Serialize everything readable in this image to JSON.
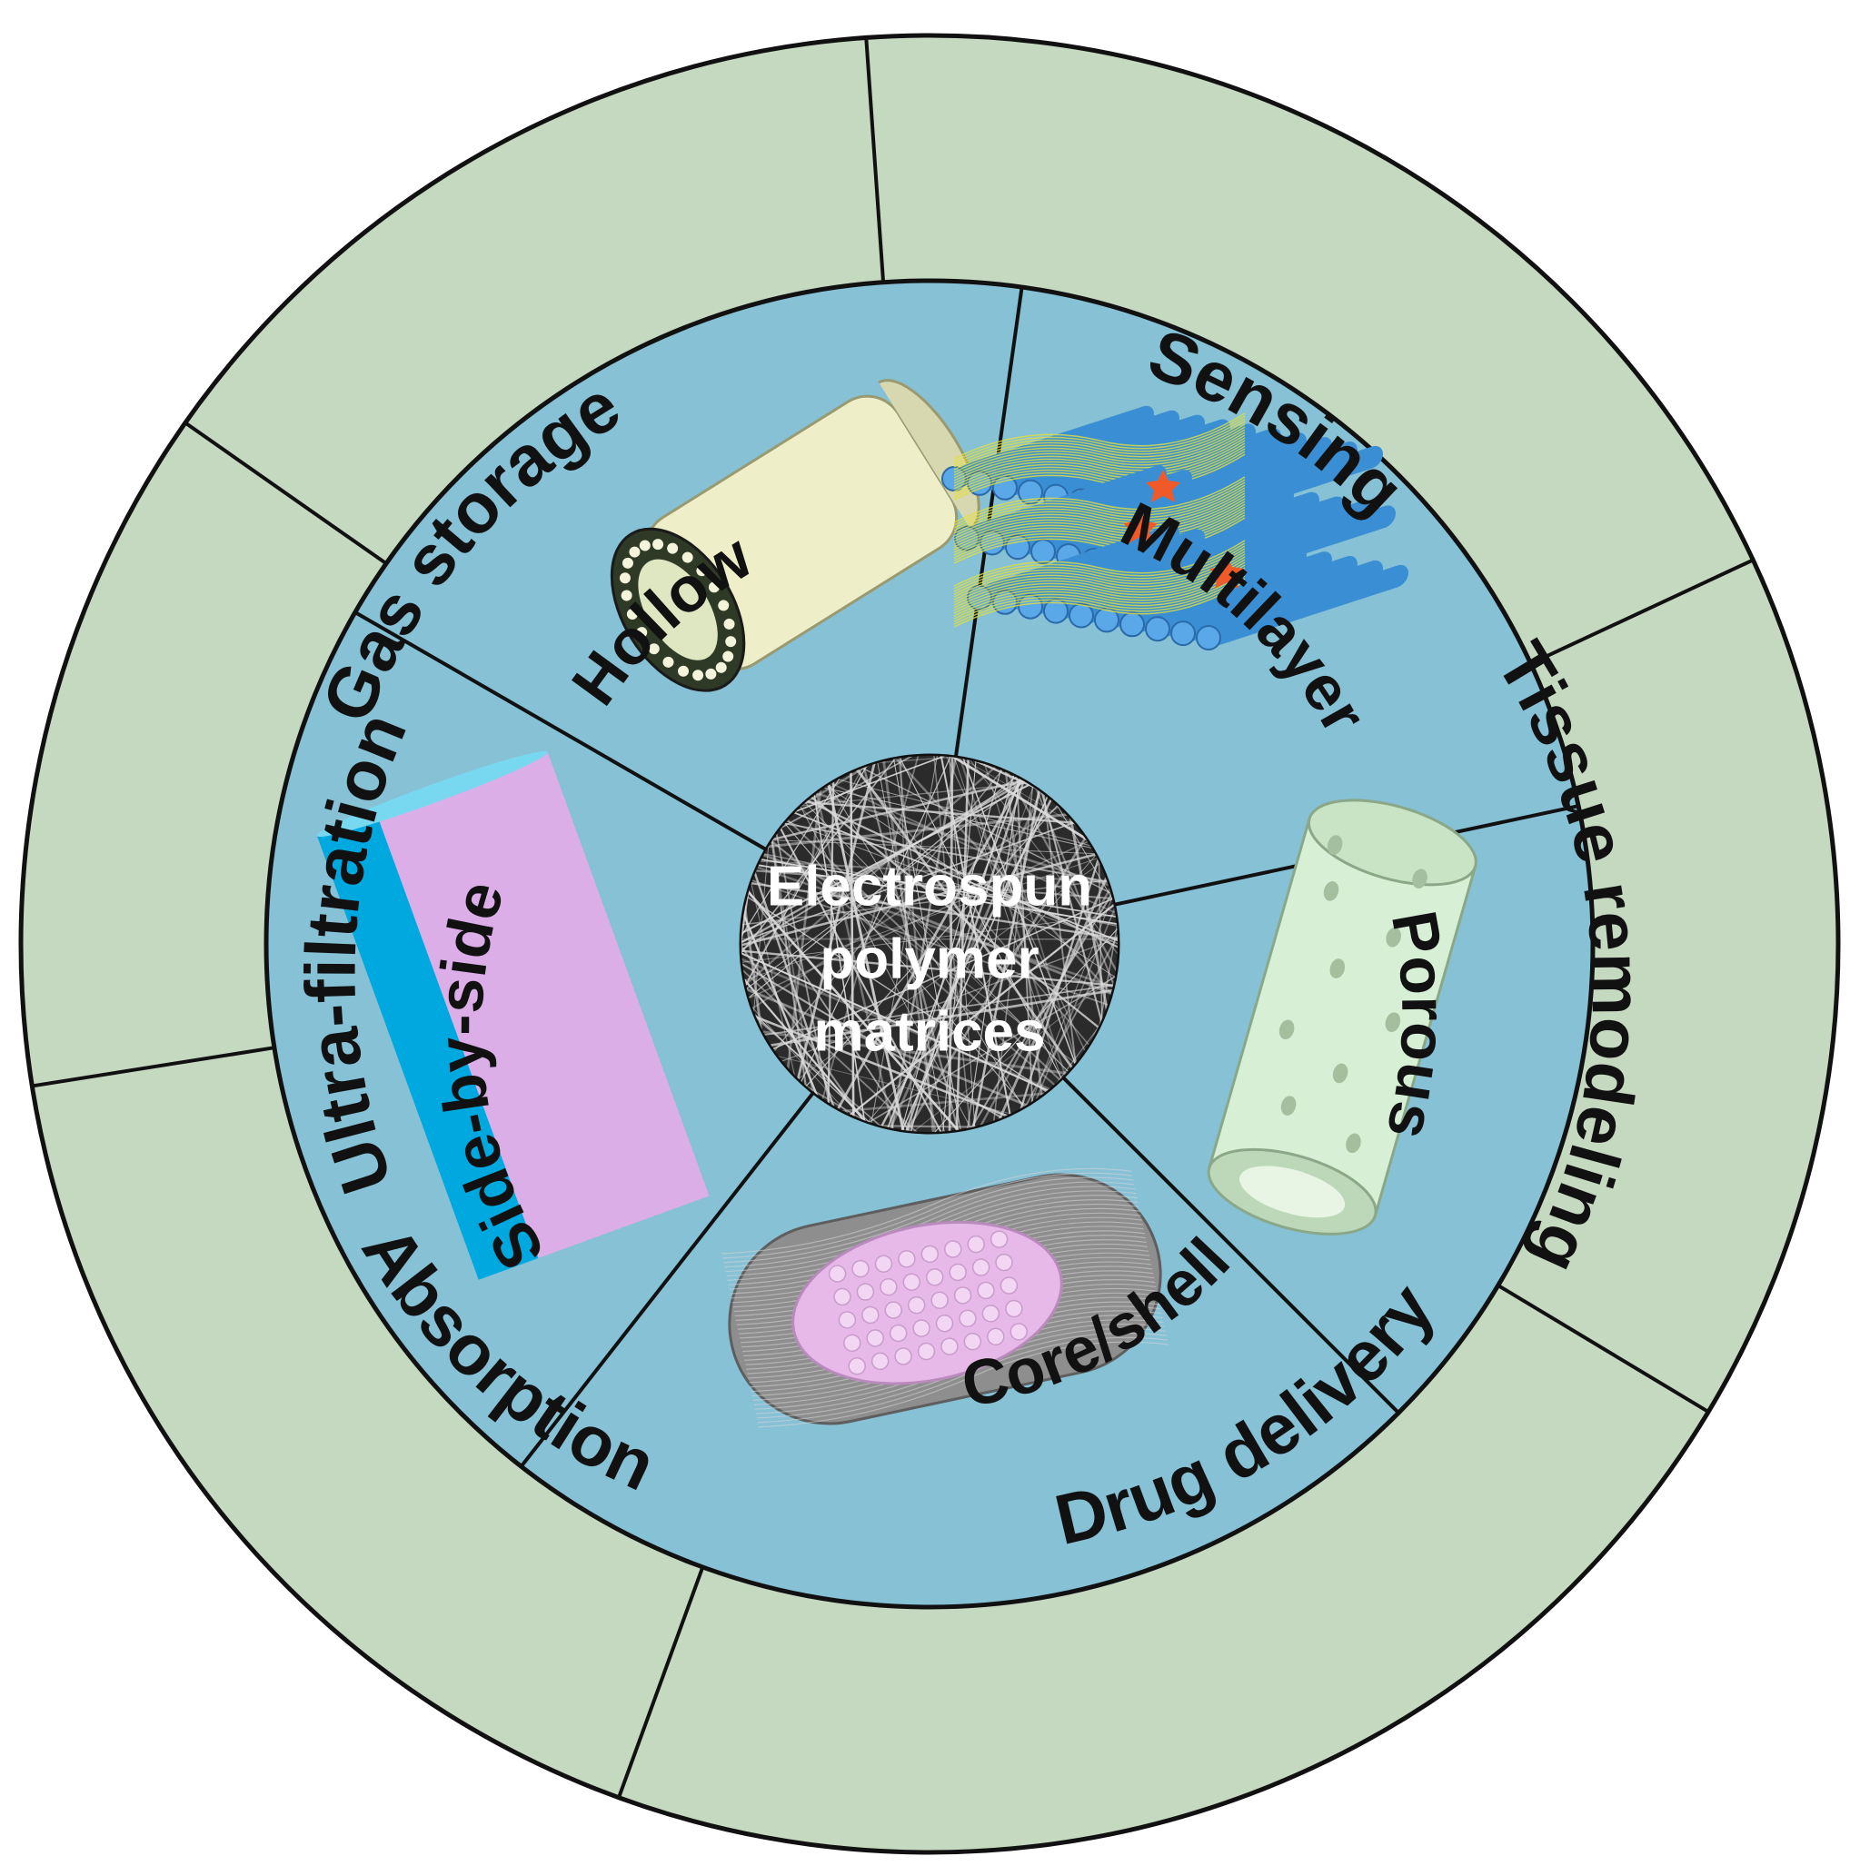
{
  "colors": {
    "outer_ring": "#c5d9c0",
    "inner_ring": "#86c1d6",
    "divider": "#111111",
    "center_bg": "#2b2b2b",
    "fiber": "#dcdcdc"
  },
  "center": {
    "lines": [
      "Electrospun",
      "polymer",
      "matrices"
    ]
  },
  "applications": [
    {
      "id": "gas-storage",
      "label": "Gas storage"
    },
    {
      "id": "sensing",
      "label": "Sensing"
    },
    {
      "id": "tissue-remodeling",
      "label": "Tissue remodeling"
    },
    {
      "id": "drug-delivery",
      "label": "Drug delivery"
    },
    {
      "id": "absorption",
      "label": "Absorption"
    },
    {
      "id": "ultra-filtration",
      "label": "Ultra-filtration"
    }
  ],
  "structures": [
    {
      "id": "hollow",
      "label": "Hollow",
      "icon": "hollow-fiber-icon"
    },
    {
      "id": "multilayer",
      "label": "Multilayer",
      "icon": "multilayer-fiber-icon"
    },
    {
      "id": "porous",
      "label": "Porous",
      "icon": "porous-fiber-icon"
    },
    {
      "id": "core-shell",
      "label": "Core/shell",
      "icon": "core-shell-fiber-icon"
    },
    {
      "id": "side-by-side",
      "label": "Side-by-side",
      "icon": "side-by-side-fiber-icon"
    }
  ]
}
